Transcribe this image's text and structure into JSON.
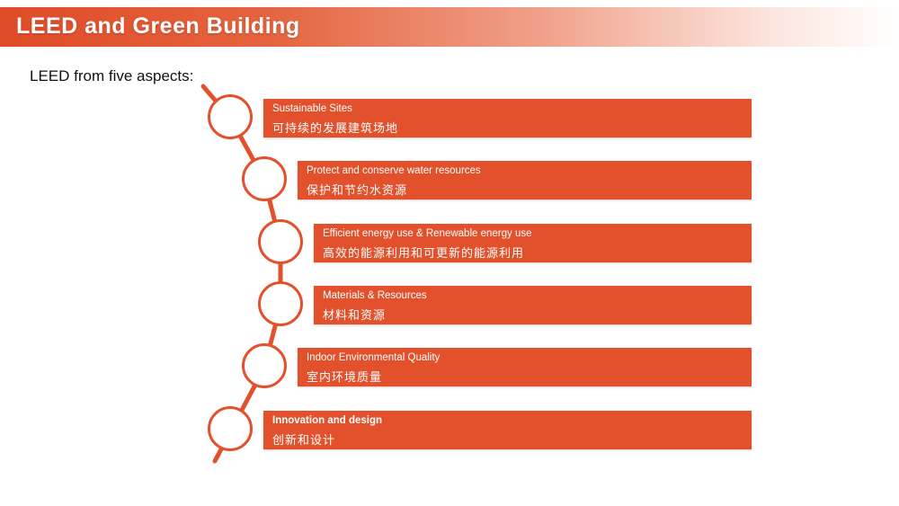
{
  "header": {
    "title": "LEED and Green Building"
  },
  "intro": "LEED from five aspects:",
  "aspects": [
    {
      "en": "Sustainable Sites",
      "zh": "可持续的发展建筑场地"
    },
    {
      "en": "Protect and conserve water resources",
      "zh": "保护和节约水资源"
    },
    {
      "en": "Efficient energy use & Renewable energy use",
      "zh": "高效的能源利用和可更新的能源利用"
    },
    {
      "en": "Materials & Resources",
      "zh": "材料和资源"
    },
    {
      "en": "Indoor Environmental Quality",
      "zh": "室内环境质量"
    },
    {
      "en": "Innovation and design",
      "zh": "创新和设计"
    }
  ],
  "colors": {
    "accent": "#e2512c",
    "header_gradient_start": "#e04b27"
  }
}
